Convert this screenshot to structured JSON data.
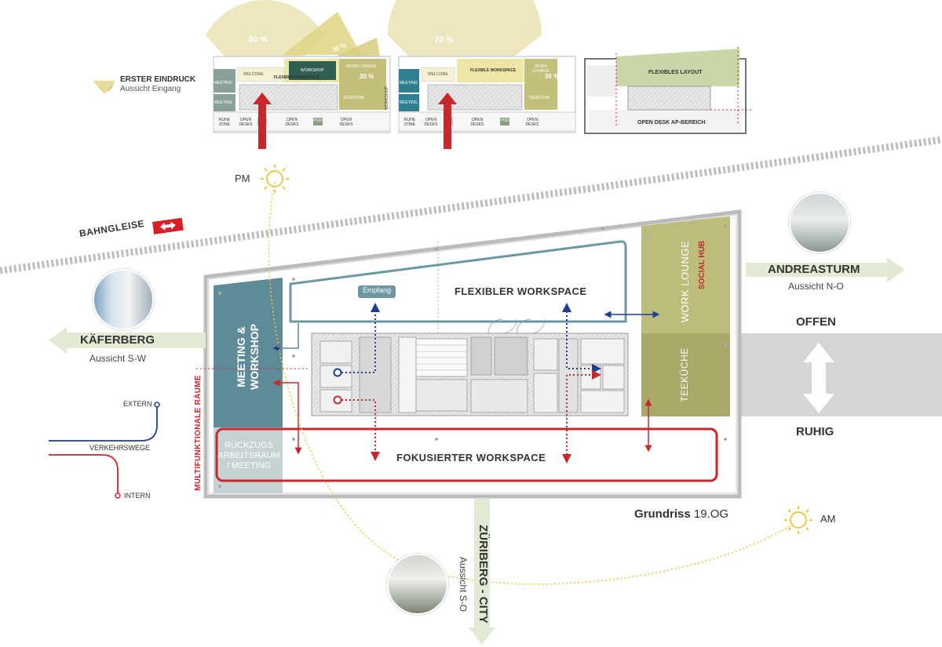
{
  "legend_first_impression": {
    "title": "ERSTER EINDRUCK",
    "subtitle": "Aussicht Eingang"
  },
  "thumb1": {
    "pct_main": "40 %",
    "pct_a": "30 %",
    "pct_b": "30 %",
    "meeting_a": "MEETING",
    "meeting_b": "MEETING",
    "welcome": "WELCOME",
    "flex": "FLEXIBLE WORKSPACE",
    "workshop": "WORKSHOP",
    "work_lounge": "WORK LOUNGE",
    "teekueche": "TEEKÜCHE",
    "ruhe_zone": "RUHE ZONE",
    "open1": "OPEN DESKS",
    "pod": "POD",
    "open2": "OPEN DESKS",
    "open3": "OPEN DESKS"
  },
  "thumb2": {
    "pct_main": "70 %",
    "pct_b": "30 %",
    "workshop_v": "WORKSHOP",
    "meeting_a": "MEETING",
    "meeting_b": "MEETING",
    "welcome": "WELCOME",
    "flex": "FLEXIBLE WORKSPACE",
    "work_lounge": "WORK LOUNGE",
    "teekueche": "TEEKÜCHE",
    "ruhe_zone": "RUHE ZONE",
    "open1": "OPEN DESKS",
    "pod": "POD",
    "open2": "OPEN DESKS",
    "open3": "OPEN DESKS"
  },
  "thumb3": {
    "flex_layout": "FLEXIBLES LAYOUT",
    "open_desk_ap": "OPEN DESK AP-BEREICH"
  },
  "sun": {
    "pm": "PM",
    "am": "AM"
  },
  "bahngleise": "BAHNGLEISE",
  "plan": {
    "empfang": "Empfang",
    "flexibler_workspace": "FLEXIBLER WORKSPACE",
    "fokusierter_workspace": "FOKUSIERTER WORKSPACE",
    "meeting_workshop": "MEETING & WORKSHOP",
    "rueckzugs_1": "RÜCKZUGS",
    "rueckzugs_2": "ARBEITSRAUM",
    "rueckzugs_3": "/ MEETING",
    "work_lounge": "WORK LOUNGE",
    "social_hub": "SOCIAL HUB",
    "teekueche": "TEEKÜCHE",
    "multifunktionale": "MULTIFUNKTIONALE RÄUME",
    "title": "Grundriss",
    "floor": "19.OG"
  },
  "views": {
    "andreasturm": "ANDREASTURM",
    "andreasturm_sub": "Aussicht N-O",
    "kaeferberg": "KÄFERBERG",
    "kaeferberg_sub": "Aussicht S-W",
    "zueriberg": "ZÜRIBERG - CITY",
    "zueriberg_sub": "Aussicht S-O"
  },
  "offen": "OFFEN",
  "ruhig": "RUHIG",
  "traffic": {
    "extern": "EXTERN",
    "verkehrswege": "VERKEHRSWEGE",
    "intern": "INTERN"
  },
  "colors": {
    "teal": "#5f8b99",
    "olive": "#b4b668",
    "red": "#c7282d",
    "blue": "#1f3f8c",
    "pale_green": "#e3ead3",
    "grey": "#d5d5d5",
    "sun": "#e8c94a"
  }
}
